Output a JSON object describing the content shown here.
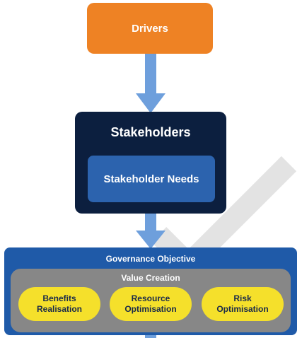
{
  "drivers": {
    "label": "Drivers"
  },
  "stakeholders": {
    "title": "Stakeholders",
    "needs_label": "Stakeholder Needs"
  },
  "governance": {
    "title": "Governance Objective",
    "value_creation": {
      "title": "Value Creation",
      "items": [
        {
          "label": "Benefits\nRealisation"
        },
        {
          "label": "Resource\nOptimisation"
        },
        {
          "label": "Risk\nOptimisation"
        }
      ]
    }
  },
  "colors": {
    "drivers": "#ee8224",
    "stakeholders": "#0c1f3f",
    "needs": "#2c63ae",
    "governance": "#1f5aa8",
    "value_creation": "#878787",
    "pill": "#f5e02b",
    "arrow": "#6e9fdc"
  }
}
